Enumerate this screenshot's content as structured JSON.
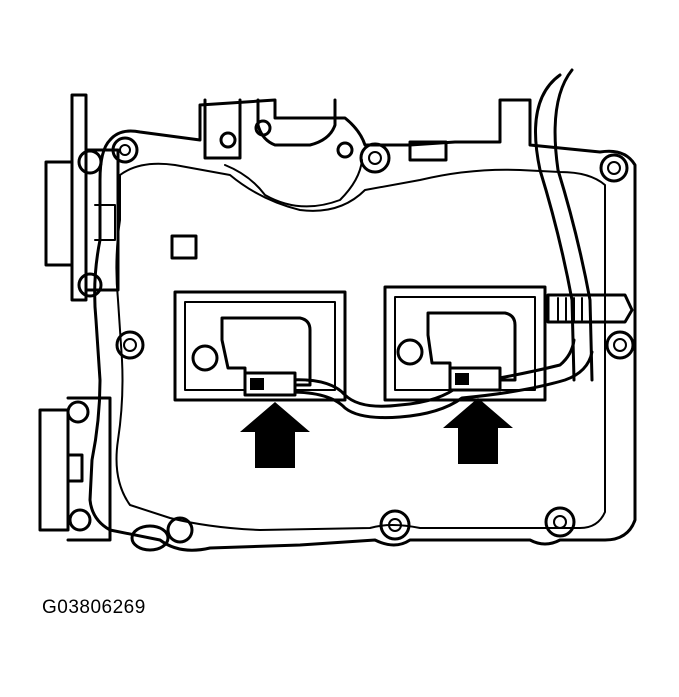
{
  "figure": {
    "caption": "G03806269",
    "callouts": [
      {
        "id": "left-coil",
        "arrow": "up"
      },
      {
        "id": "right-coil",
        "arrow": "up"
      }
    ],
    "colors": {
      "ink": "#000000",
      "paper": "#ffffff"
    }
  }
}
